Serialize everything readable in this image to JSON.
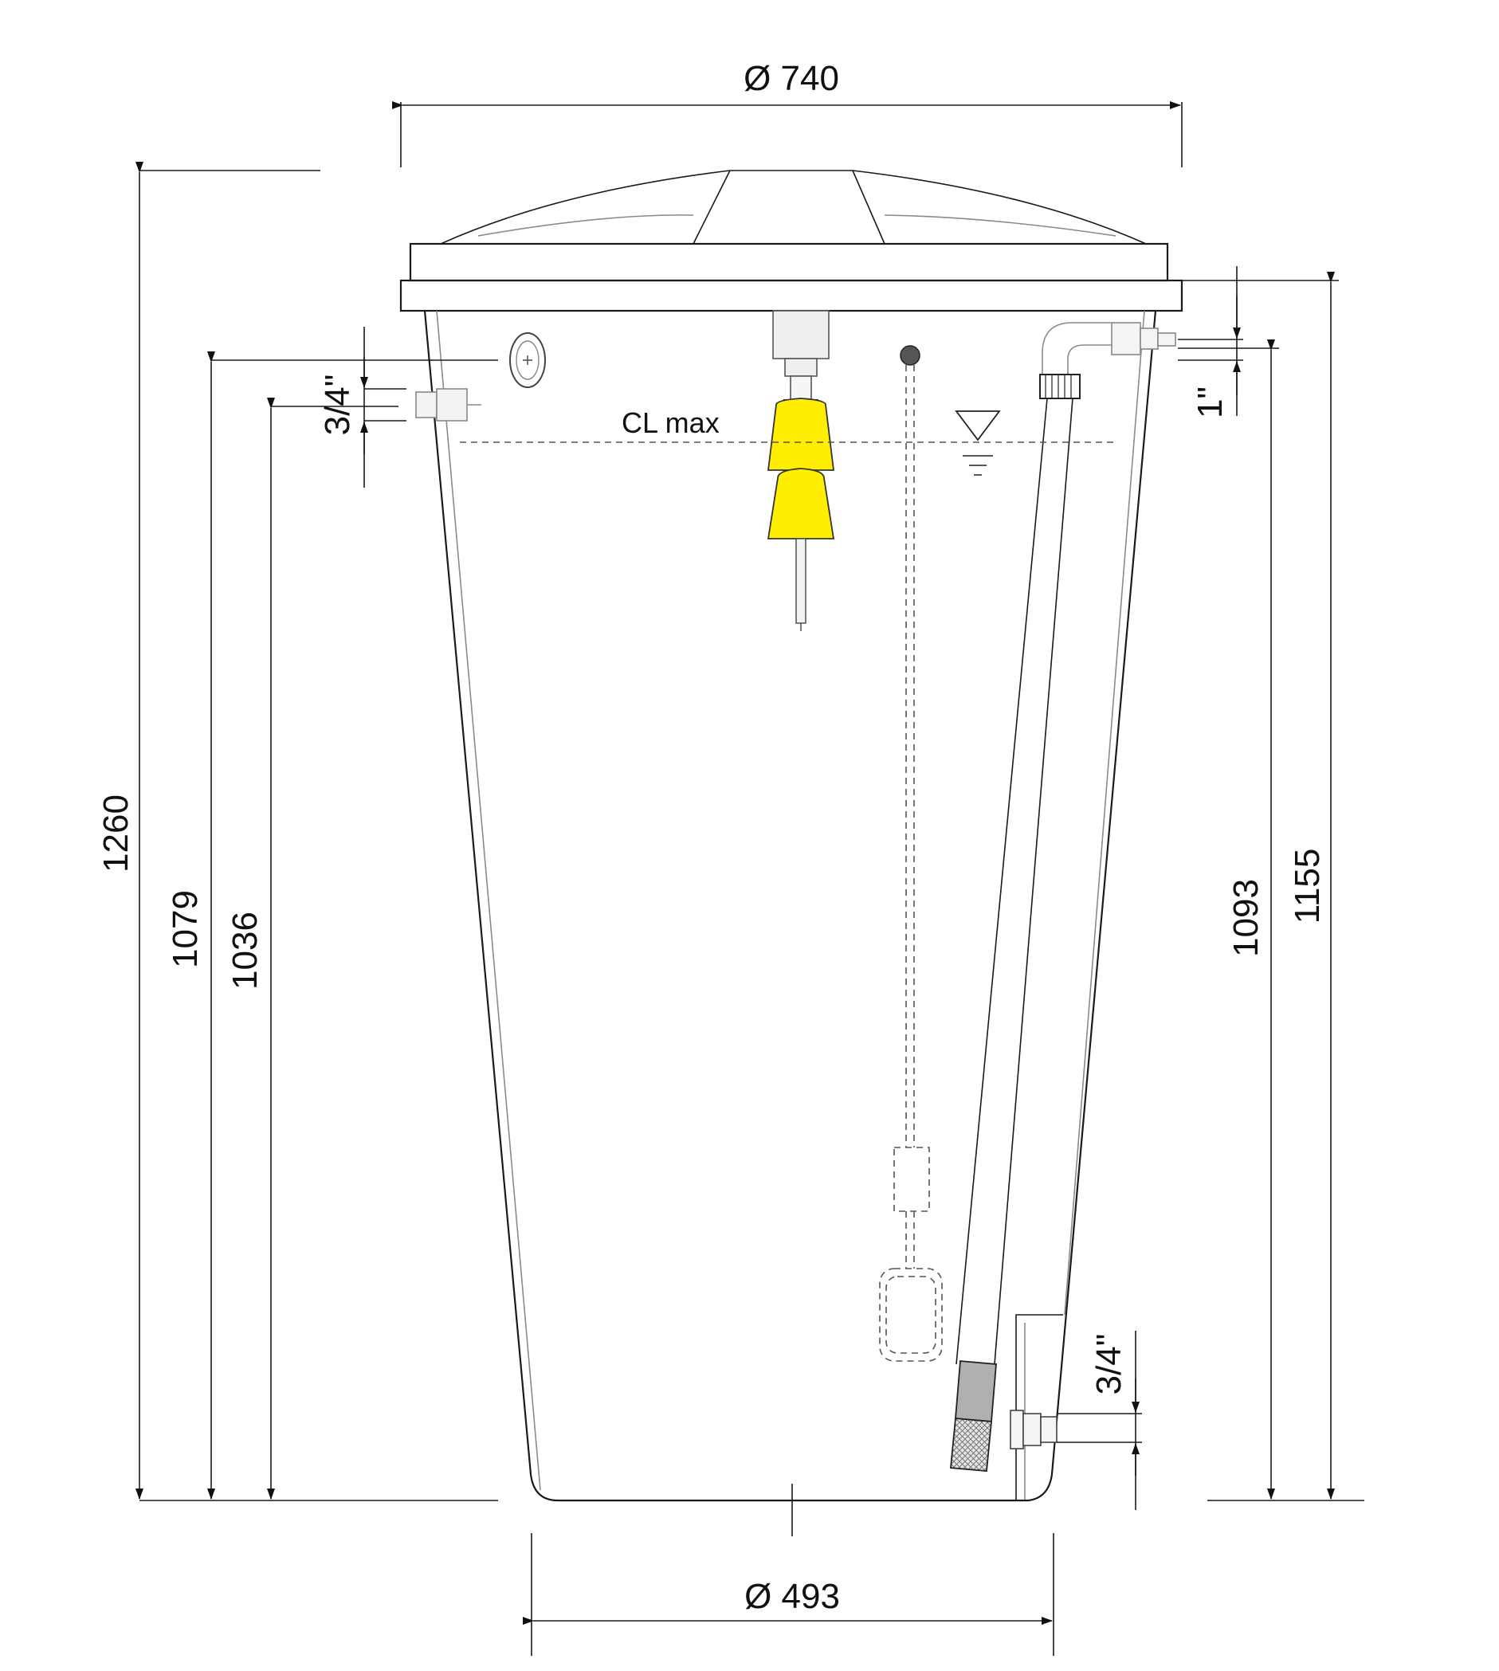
{
  "dimensions": {
    "top_diameter": "Ø 740",
    "bottom_diameter": "Ø 493",
    "total_height": "1260",
    "height_1079": "1079",
    "height_1036": "1036",
    "height_1093": "1093",
    "height_1155": "1155",
    "inlet_left_size": "3/4\"",
    "inlet_right_size": "1\"",
    "outlet_bottom_size": "3/4\""
  },
  "labels": {
    "cl_max": "CL max"
  },
  "colors": {
    "float_switch": "#ffee00",
    "line": "#1a1a1a",
    "fitting_gray": "#b0b0b0"
  }
}
